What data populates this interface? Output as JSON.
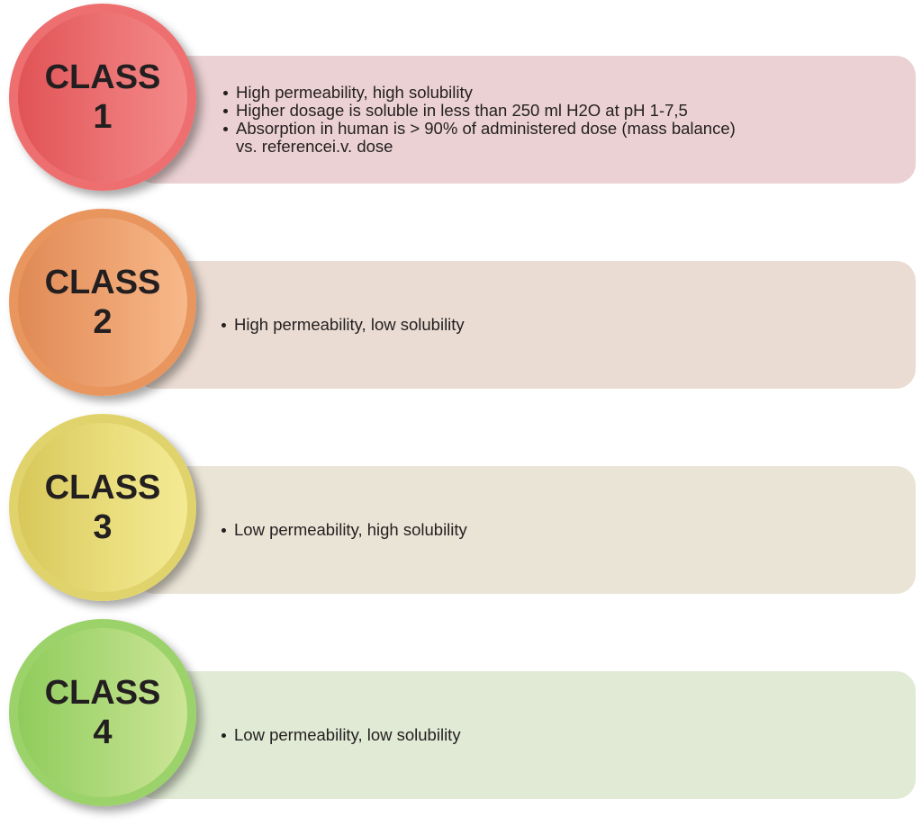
{
  "diagram": {
    "title": "",
    "classes": [
      {
        "label": "CLASS",
        "number": "1",
        "bullets": [
          "High permeability, high solubility",
          "Higher dosage is soluble in less than 250 ml H2O at pH 1-7,5",
          "Absorption in human is > 90% of administered dose (mass balance)",
          "vs. referencei.v.  dose"
        ],
        "colors": {
          "circle_dark": "#e15356",
          "circle_light": "#f48a8a",
          "rim": "#ee6f70",
          "panel": "#ebd1d3"
        }
      },
      {
        "label": "CLASS",
        "number": "2",
        "bullets": [
          "High permeability, low solubility"
        ],
        "colors": {
          "circle_dark": "#e08a55",
          "circle_light": "#f7b88a",
          "rim": "#eea06d",
          "panel": "#eadcd3"
        }
      },
      {
        "label": "CLASS",
        "number": "3",
        "bullets": [
          "Low permeability, high solubility"
        ],
        "colors": {
          "circle_dark": "#d8c85a",
          "circle_light": "#f4ea94",
          "rim": "#e8dc78",
          "panel": "#eae4d6"
        }
      },
      {
        "label": "CLASS",
        "number": "4",
        "bullets": [
          "Low permeability, low solubility"
        ],
        "colors": {
          "circle_dark": "#8fcc5c",
          "circle_light": "#cde597",
          "rim": "#a9d878",
          "panel": "#e0ead4"
        }
      }
    ]
  }
}
